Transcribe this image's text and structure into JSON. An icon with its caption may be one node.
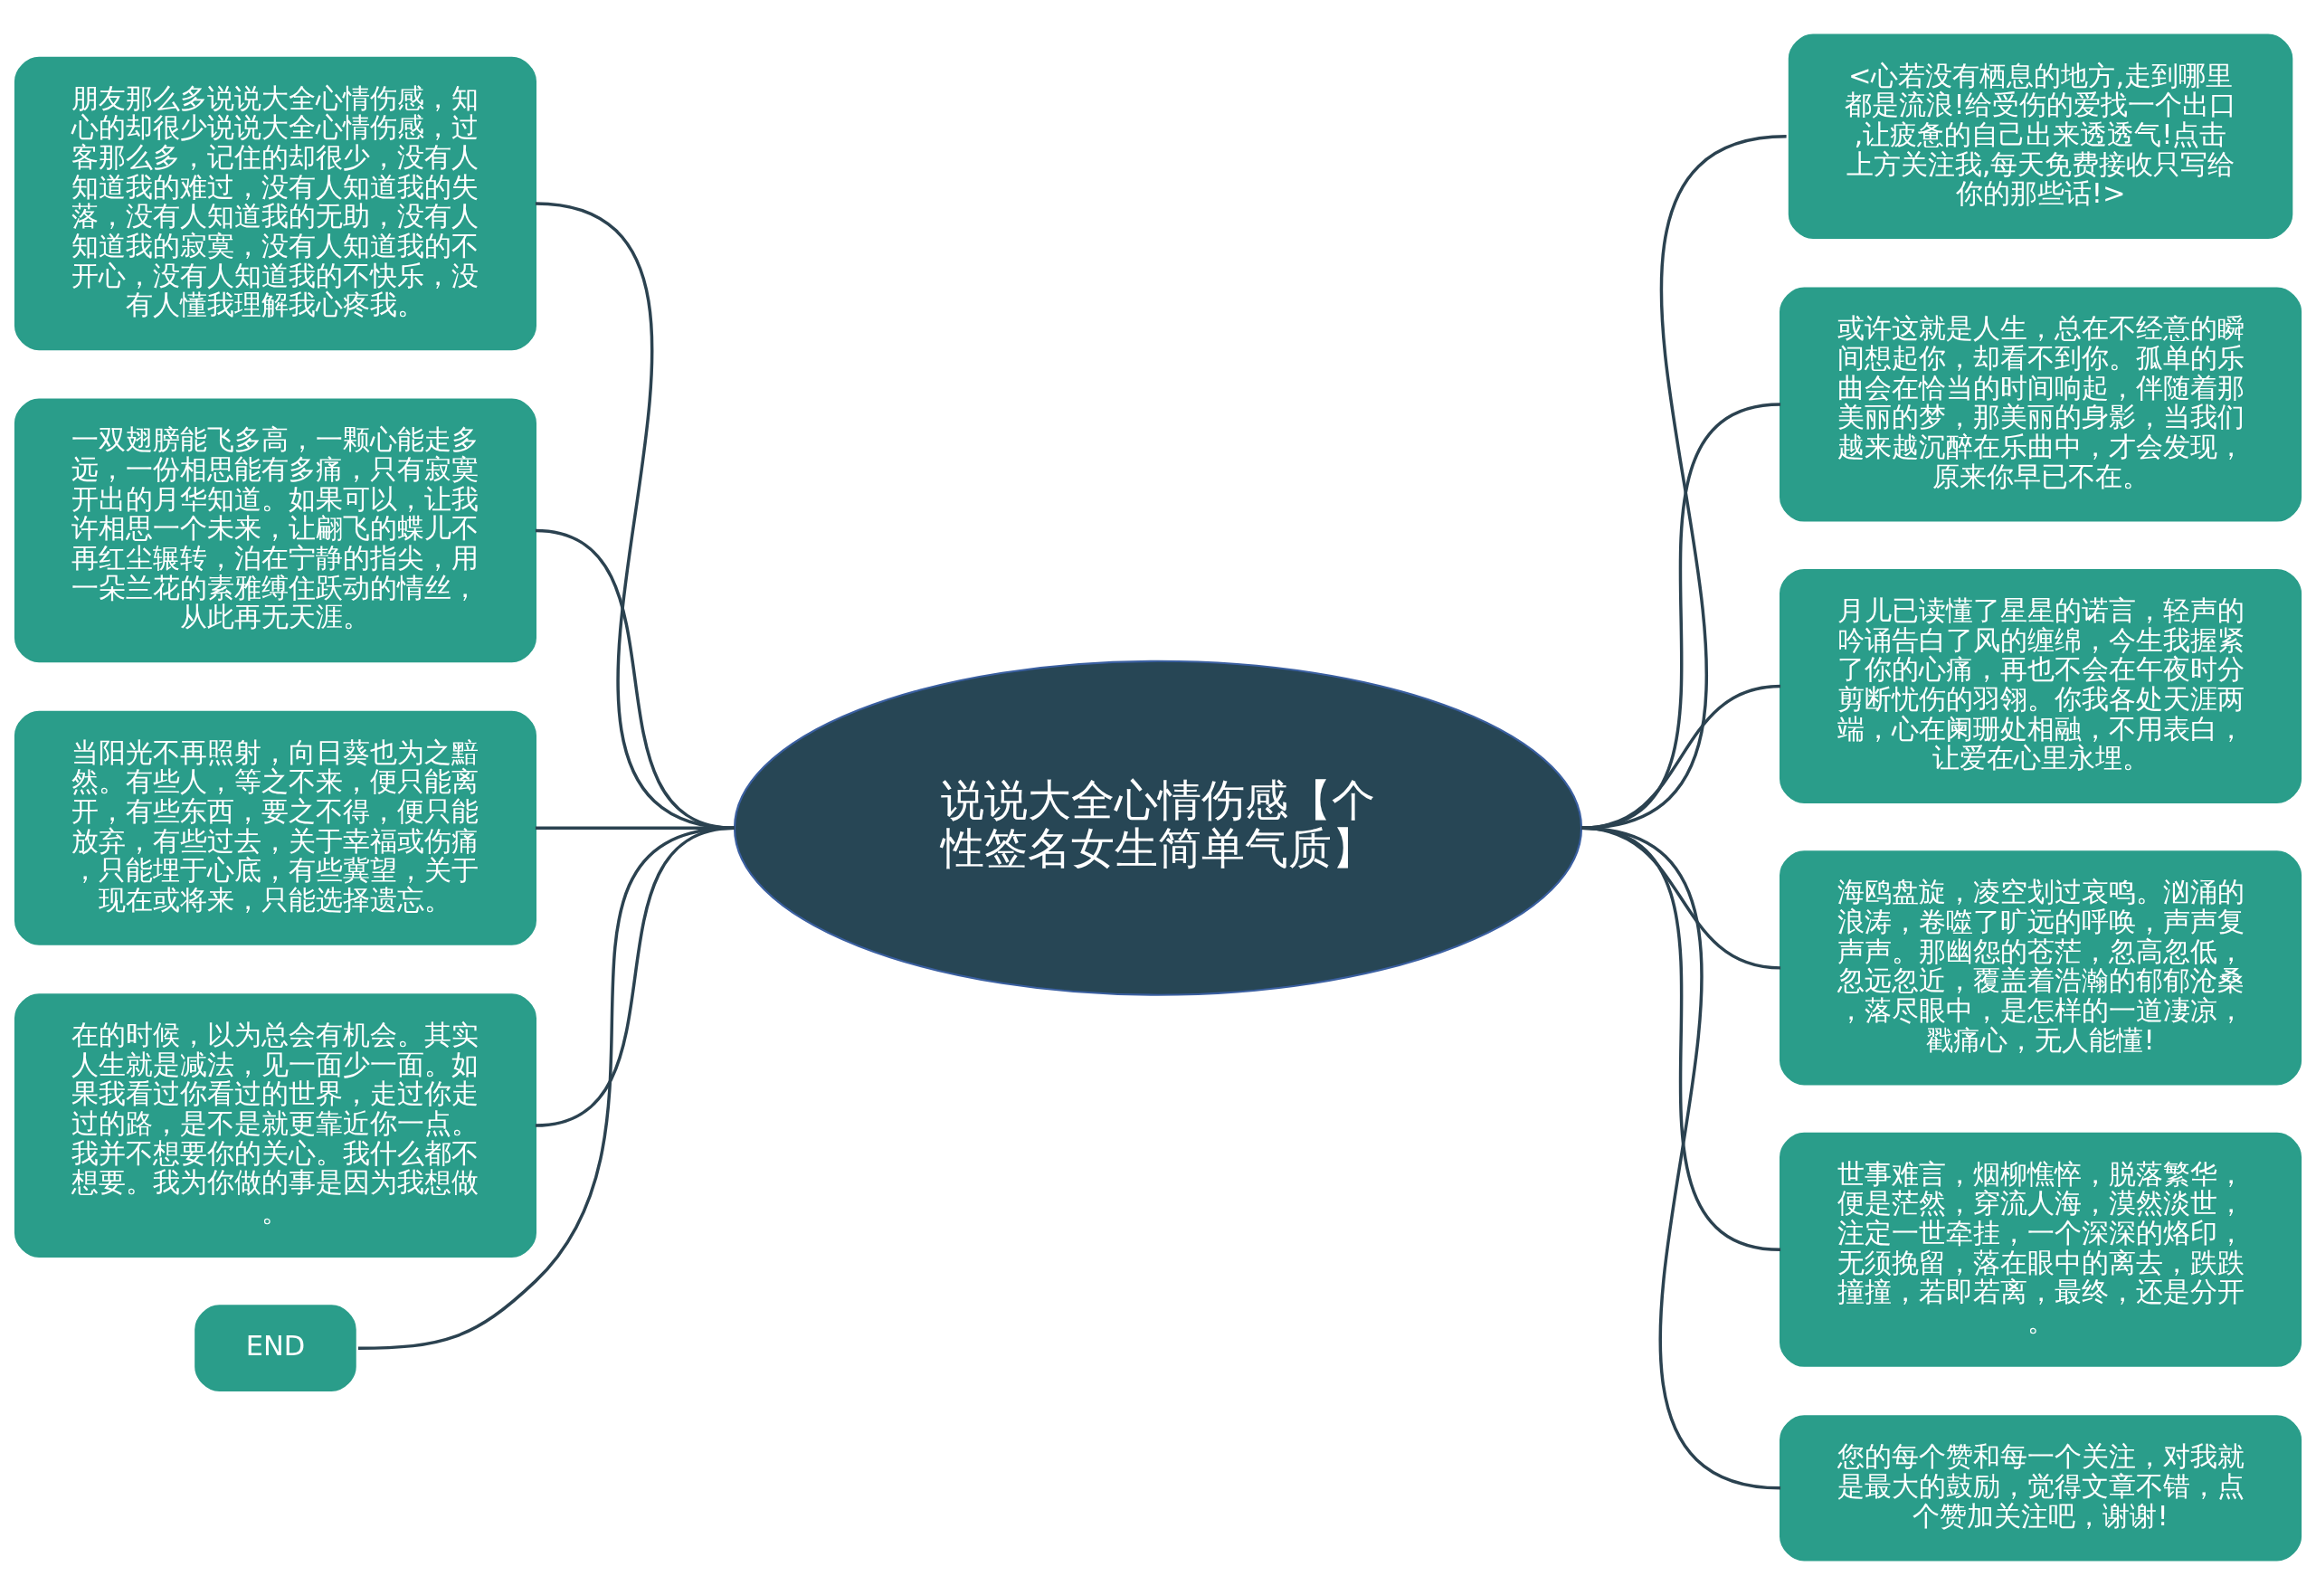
{
  "diagram": {
    "nodes": [
      {
        "text": [
          "说说大全心情伤感【个性签名女生简单气质】"
        ]
      },
      {
        "text": [
          "朋友那么多说说大全心情伤感，知心的却很少说说大全心情伤感，过客那么多，记住的却很少，没有人知道我的难过，没有人知道我的失落，没有人知道我的无助，没有人知道我的寂寞，没有人知道我的不开心，没有人知道我的不快乐，没有人懂我理解我心疼我。"
        ]
      },
      {
        "text": [
          "一双翅膀能飞多高，一颗心能走多远，一份相思能有多痛，只有寂寞开出的月华知道。如果可以，让我许相思一个未来，让翩飞的蝶儿不再红尘辗转，泊在宁静的指尖，用一朵兰花的素雅缚住跃动的情丝，从此再无天涯。"
        ]
      },
      {
        "text": [
          "当阳光不再照射，向日葵也为之黯然。有些人，等之不来，便只能离开，有些东西，要之不得，便只能放弃，有些过去，关于幸福或伤痛，只能埋于心底，有些冀望，关于现在或将来，只能选择遗忘。"
        ]
      },
      {
        "text": [
          "在的时候，以为总会有机会。其实人生就是减法，见一面少一面。如果我看过你看过的世界，走过你走过的路，是不是就更靠近你一点。我并不想要你的关心。我什么都不想要。我为你做的事是因为我想做。"
        ]
      },
      {
        "text": [
          "END"
        ]
      },
      {
        "text": [
          "<心若没有栖息的地方,走到哪里都是流浪!给受伤的爱找一个出口,让疲惫的自己出来透透气!点击上方关注我,每天免费接收只写给你的那些话!>"
        ]
      },
      {
        "text": [
          "或许这就是人生，总在不经意的瞬间想起你，却看不到你。孤单的乐曲会在恰当的时间响起，伴随着那美丽的梦，那美丽的身影，当我们越来越沉醉在乐曲中，才会发现，原来你早已不在。"
        ]
      },
      {
        "text": [
          "月儿已读懂了星星的诺言，轻声的吟诵告白了风的缠绵，今生我握紧了你的心痛，再也不会在午夜时分剪断忧伤的羽翎。你我各处天涯两端，心在阑珊处相融，不用表白，让爱在心里永埋。"
        ]
      },
      {
        "text": [
          "海鸥盘旋，凌空划过哀鸣。汹涌的浪涛，卷噬了旷远的呼唤，声声复声声。那幽怨的苍茫，忽高忽低，忽远忽近，覆盖着浩瀚的郁郁沧桑，落尽眼中，是怎样的一道凄凉，戳痛心，无人能懂!"
        ]
      },
      {
        "text": [
          "世事难言，烟柳憔悴，脱落繁华，便是茫然，穿流人海，漠然淡世，注定一世牵挂，一个深深的烙印，无须挽留，落在眼中的离去，跌跌撞撞，若即若离，最终，还是分开。"
        ]
      },
      {
        "text": [
          "您的每个赞和每一个关注，对我就是最大的鼓励，觉得文章不错，点个赞加关注吧，谢谢!"
        ]
      }
    ],
    "edges": [
      {
        "from": 0,
        "to": 1,
        "arrow": "none"
      },
      {
        "from": 0,
        "to": 2,
        "arrow": "none"
      },
      {
        "from": 0,
        "to": 3,
        "arrow": "none"
      },
      {
        "from": 0,
        "to": 4,
        "arrow": "none"
      },
      {
        "from": 0,
        "to": 5,
        "arrow": "none"
      },
      {
        "from": 0,
        "to": 6,
        "arrow": "none"
      },
      {
        "from": 0,
        "to": 7,
        "arrow": "none"
      },
      {
        "from": 0,
        "to": 8,
        "arrow": "none"
      },
      {
        "from": 0,
        "to": 9,
        "arrow": "none"
      },
      {
        "from": 0,
        "to": 10,
        "arrow": "none"
      },
      {
        "from": 0,
        "to": 11,
        "arrow": "none"
      }
    ]
  }
}
